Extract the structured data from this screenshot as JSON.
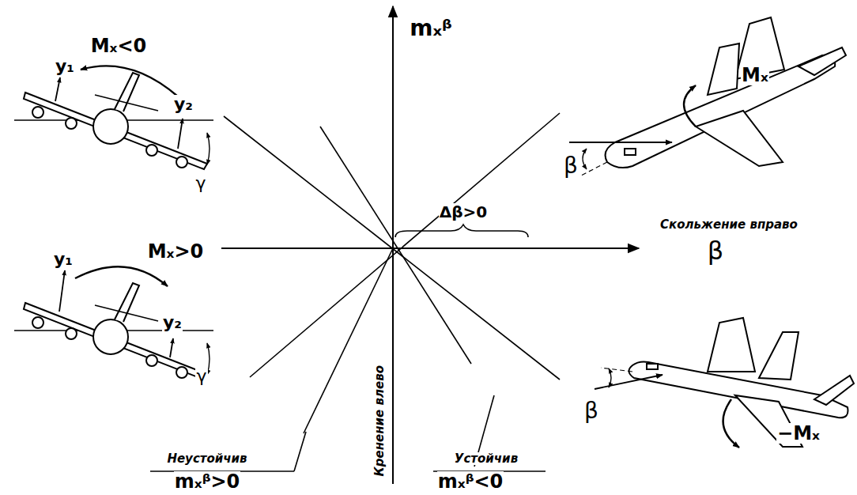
{
  "diagram": {
    "labels": [
      "Mₓ<0",
      "y₁",
      "y₂",
      "γ",
      "mₓᵝ",
      "Mₓ",
      "β",
      "Δβ>0",
      "Скольжение вправо",
      "β",
      "y₁",
      "Mₓ>0",
      "y₂",
      "γ",
      "Кренение влево",
      "β",
      "−Mₓ",
      "Неустойчив",
      "Устойчив",
      "mₓᵝ>0",
      "mₓᵝ<0"
    ]
  }
}
